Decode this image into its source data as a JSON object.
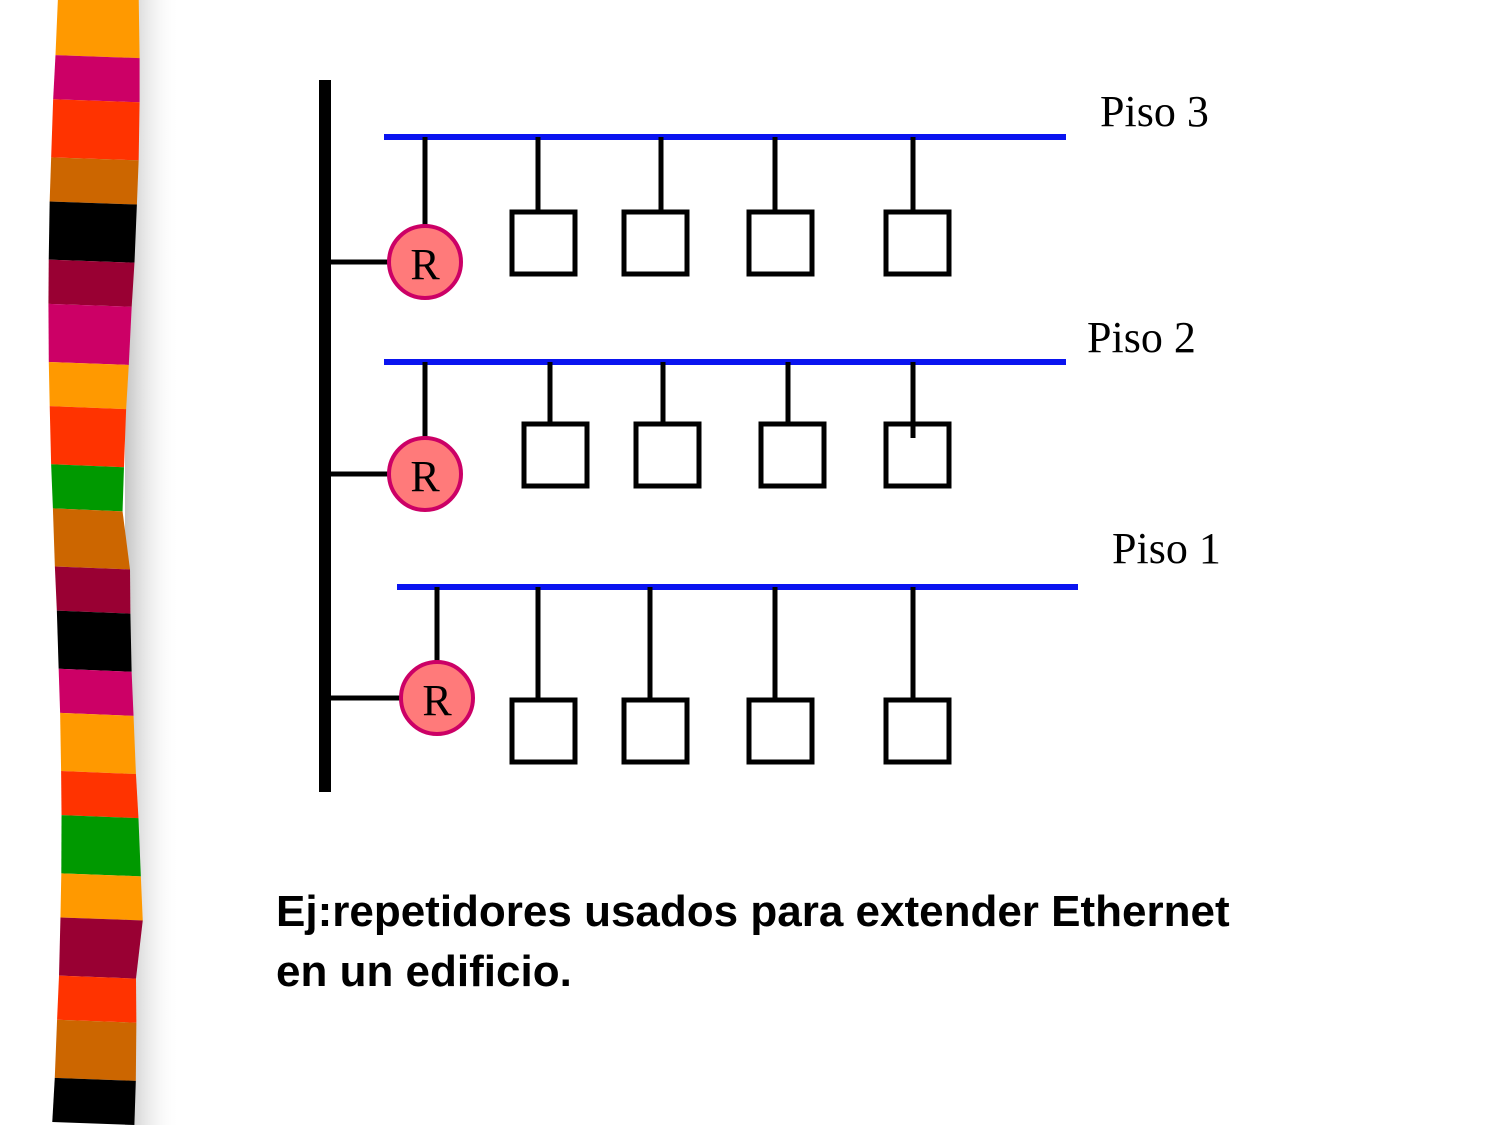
{
  "diagram": {
    "floors": [
      {
        "label": "Piso 3",
        "repeater_label": "R",
        "hosts": 4
      },
      {
        "label": "Piso 2",
        "repeater_label": "R",
        "hosts": 4
      },
      {
        "label": "Piso 1",
        "repeater_label": "R",
        "hosts": 4
      }
    ],
    "colors": {
      "segment": "#0a14f0",
      "backbone": "#000000",
      "repeater_fill": "#ff7a7a",
      "repeater_stroke": "#cc0066"
    }
  },
  "caption": {
    "line1": "Ej:repetidores usados para extender Ethernet",
    "line2": "en un edificio."
  },
  "decoration": {
    "stripe_colors": [
      "#ff9900",
      "#cc0066",
      "#ff3300",
      "#cc6600",
      "#000000",
      "#990033",
      "#cc0066",
      "#ff9900",
      "#ff3300",
      "#009900",
      "#cc6600",
      "#990033",
      "#000000",
      "#cc0066",
      "#ff9900",
      "#ff3300",
      "#009900",
      "#ff9900",
      "#990033",
      "#ff3300",
      "#cc6600",
      "#000000"
    ]
  }
}
